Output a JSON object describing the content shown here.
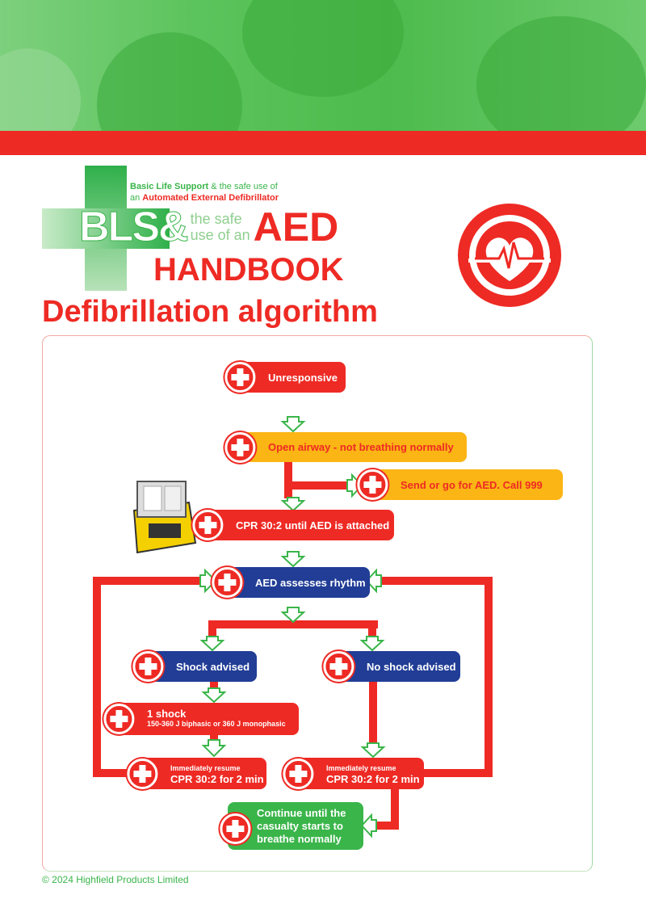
{
  "header": {
    "tagline_part1": "Basic Life Support",
    "tagline_part2": " & the safe use of",
    "tagline_part3": "an ",
    "tagline_part4": "Automated External Defibrillator",
    "logo_bls": "BLS&",
    "logo_the_safe": "the safe",
    "logo_use_of_an": "use of an",
    "logo_aed": "AED",
    "logo_handbook": "HANDBOOK"
  },
  "page_title": "Defibrillation algorithm",
  "colors": {
    "red": "#ee2a24",
    "orange": "#fbb514",
    "blue": "#213d96",
    "green": "#3ab54a"
  },
  "icons": {
    "step_icon": "first-aid-cross-icon",
    "emblem": "heart-ecg-icon"
  },
  "steps": {
    "unresponsive": "Unresponsive",
    "airway": "Open airway - not breathing normally",
    "send": "Send or go for AED.  Call 999",
    "cpr_until": "CPR 30:2 until AED is attached",
    "assess": "AED assesses rhythm",
    "shock": "Shock advised",
    "no_shock": "No shock advised",
    "one_shock": "1 shock",
    "one_shock_detail": "150-360 J biphasic or 360 J monophasic",
    "resume_small": "Immediately resume",
    "resume_big": "CPR 30:2 for 2 min",
    "continue": "Continue until the casualty starts to breathe normally"
  },
  "footer": "© 2024 Highfield Products Limited"
}
